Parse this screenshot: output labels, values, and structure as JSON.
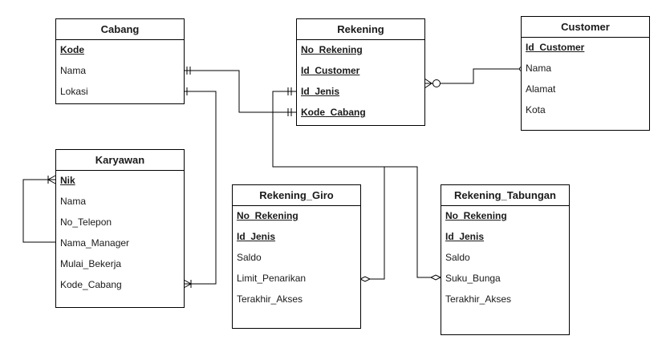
{
  "entities": {
    "cabang": {
      "title": "Cabang",
      "attrs": [
        {
          "label": "Kode",
          "key": true
        },
        {
          "label": "Nama",
          "key": false
        },
        {
          "label": "Lokasi",
          "key": false
        }
      ]
    },
    "rekening": {
      "title": "Rekening",
      "attrs": [
        {
          "label": "No_Rekening",
          "key": true
        },
        {
          "label": "Id_Customer",
          "key": true
        },
        {
          "label": "Id_Jenis",
          "key": true
        },
        {
          "label": "Kode_Cabang",
          "key": true
        }
      ]
    },
    "customer": {
      "title": "Customer",
      "attrs": [
        {
          "label": "Id_Customer",
          "key": true
        },
        {
          "label": "Nama",
          "key": false
        },
        {
          "label": "Alamat",
          "key": false
        },
        {
          "label": "Kota",
          "key": false
        }
      ]
    },
    "karyawan": {
      "title": "Karyawan",
      "attrs": [
        {
          "label": "Nik",
          "key": true
        },
        {
          "label": "Nama",
          "key": false
        },
        {
          "label": "No_Telepon",
          "key": false
        },
        {
          "label": "Nama_Manager",
          "key": false
        },
        {
          "label": "Mulai_Bekerja",
          "key": false
        },
        {
          "label": "Kode_Cabang",
          "key": false
        }
      ]
    },
    "rekening_giro": {
      "title": "Rekening_Giro",
      "attrs": [
        {
          "label": "No_Rekening",
          "key": true
        },
        {
          "label": "Id_Jenis",
          "key": true
        },
        {
          "label": "Saldo",
          "key": false
        },
        {
          "label": "Limit_Penarikan",
          "key": false
        },
        {
          "label": "Terakhir_Akses",
          "key": false
        }
      ]
    },
    "rekening_tabungan": {
      "title": "Rekening_Tabungan",
      "attrs": [
        {
          "label": "No_Rekening",
          "key": true
        },
        {
          "label": "Id_Jenis",
          "key": true
        },
        {
          "label": "Saldo",
          "key": false
        },
        {
          "label": "Suku_Bunga",
          "key": false
        },
        {
          "label": "Terakhir_Akses",
          "key": false
        }
      ]
    }
  }
}
